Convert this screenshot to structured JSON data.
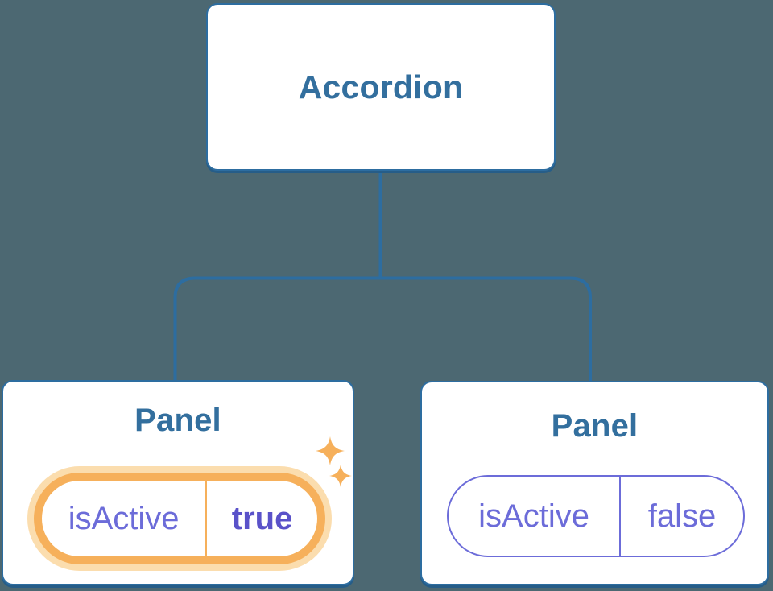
{
  "diagram": {
    "title_hint": "component tree",
    "root": {
      "label": "Accordion"
    },
    "panels": [
      {
        "label": "Panel",
        "prop_name": "isActive",
        "prop_value": "true",
        "highlighted": true,
        "icon": "sparkle-icon"
      },
      {
        "label": "Panel",
        "prop_name": "isActive",
        "prop_value": "false",
        "highlighted": false
      }
    ]
  },
  "colors": {
    "background": "#4c6872",
    "connector": "#2d6da0",
    "box_border": "#2d6da0",
    "box_shadow": "#265d88",
    "box_bg": "#ffffff",
    "heading_text": "#336f9e",
    "prop_text": "#6c6cd9",
    "prop_value_active": "#5a52c9",
    "highlight": "#f6b05b",
    "highlight_glow": "#fbddae"
  }
}
